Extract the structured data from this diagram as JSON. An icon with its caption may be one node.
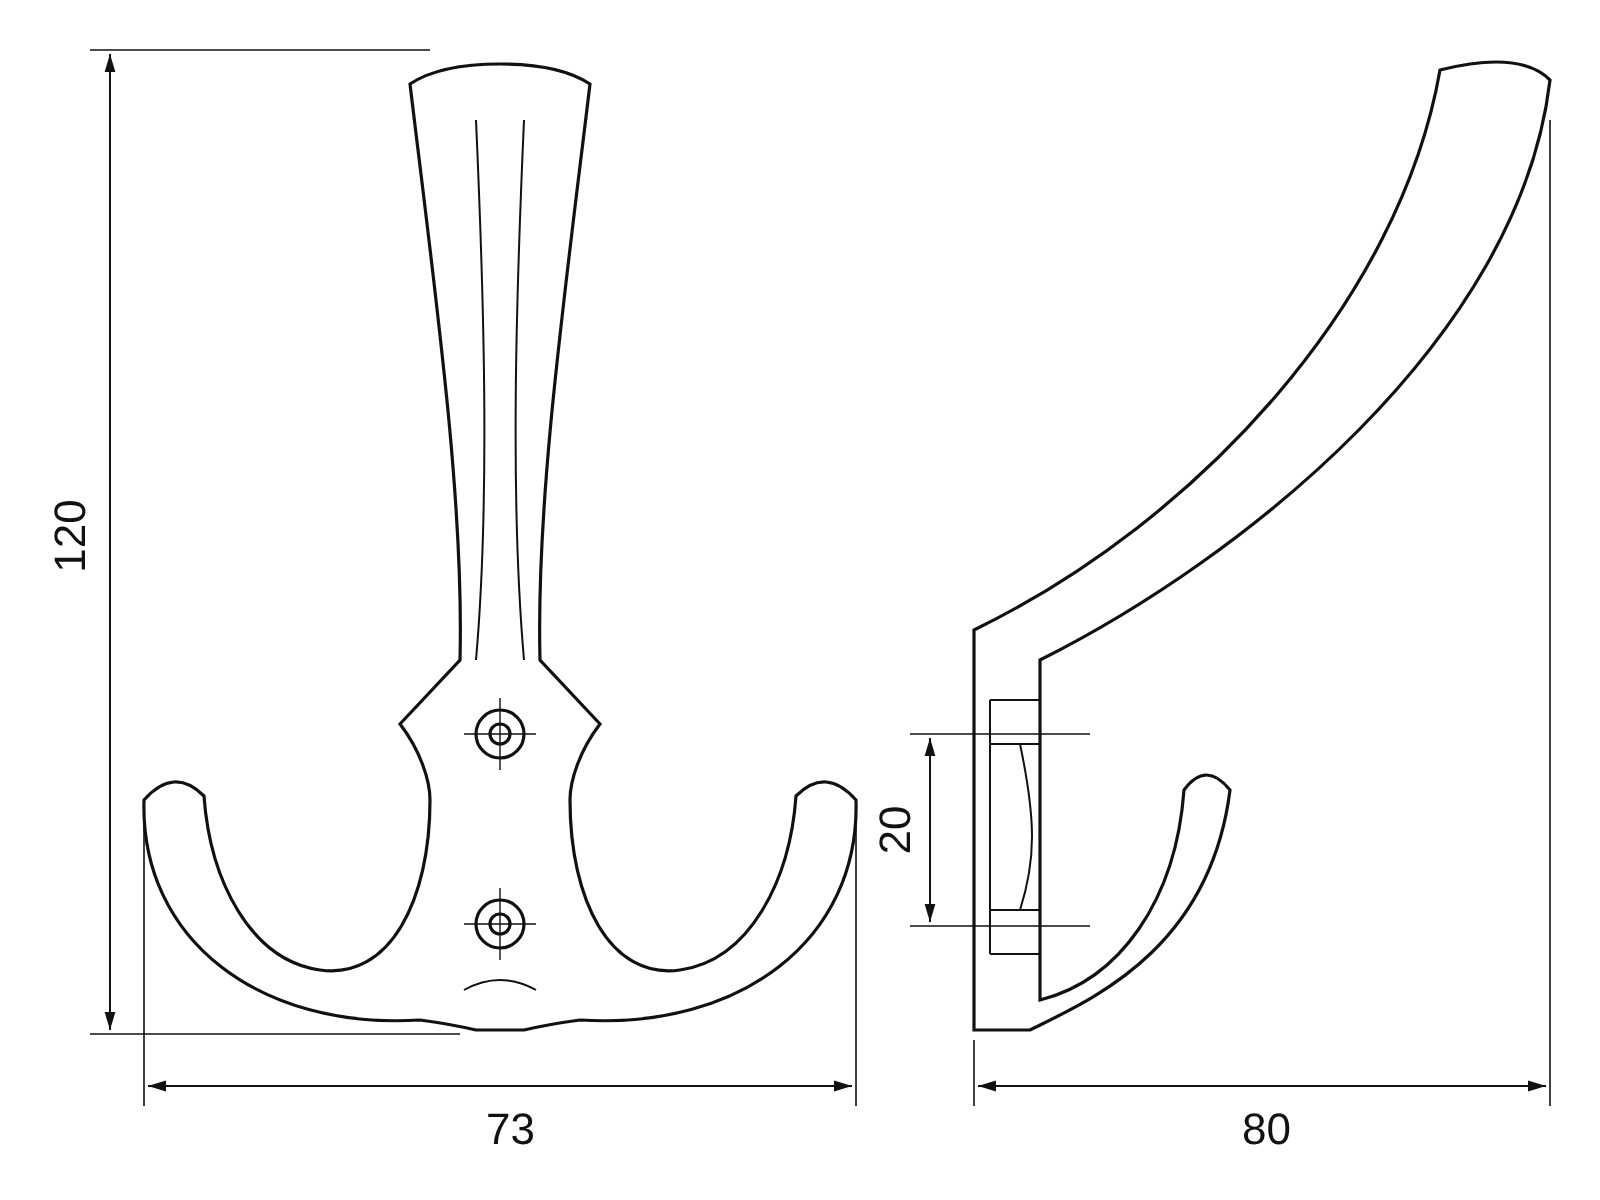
{
  "diagram": {
    "labels": [
      "120",
      "73",
      "20",
      "80"
    ]
  }
}
